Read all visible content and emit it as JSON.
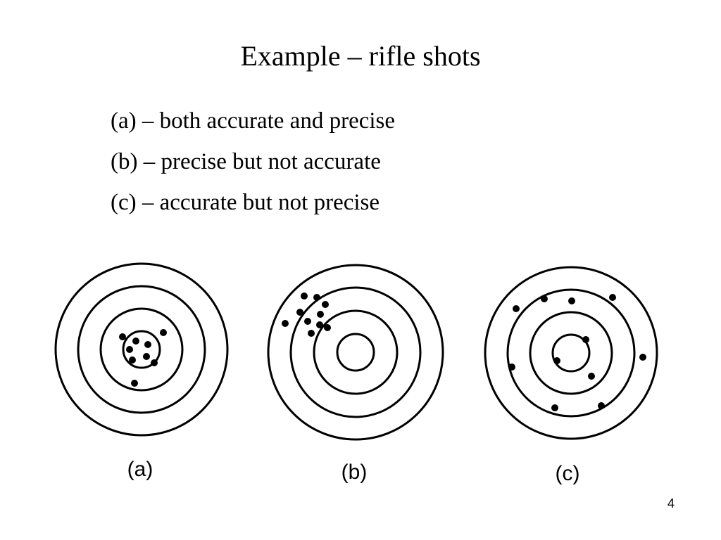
{
  "slide": {
    "title": "Example – rifle shots",
    "items": [
      "(a) – both accurate and precise",
      "(b) – precise but not accurate",
      "(c) – accurate but not precise"
    ],
    "page_number": "4"
  },
  "targets": [
    {
      "caption": "(a)"
    },
    {
      "caption": "(b)"
    },
    {
      "caption": "(c)"
    }
  ],
  "colors": {
    "ink": "#000000",
    "background": "#ffffff"
  }
}
